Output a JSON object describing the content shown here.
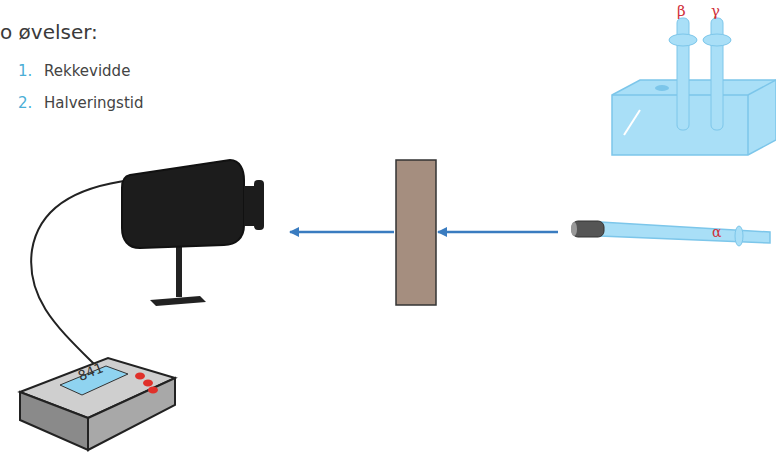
{
  "diagram": {
    "title": "o øvelser:",
    "labels": [
      "1.",
      "Rekkevidde",
      "2.",
      "Halveringstid",
      "β",
      "γ",
      "α",
      "841"
    ]
  }
}
